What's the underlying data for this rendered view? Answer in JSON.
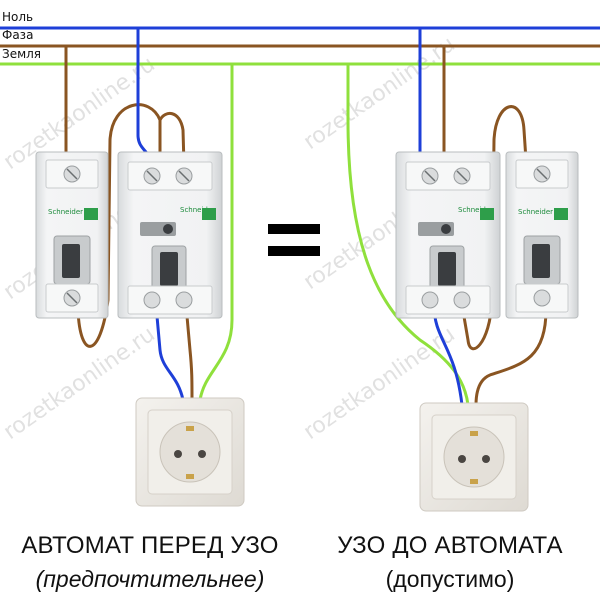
{
  "bus_labels": {
    "neutral": "Ноль",
    "phase": "Фаза",
    "ground": "Земля"
  },
  "colors": {
    "neutral": "#1e3fd8",
    "phase": "#8a5522",
    "ground": "#8fe03c",
    "device_body": "#e9ebec",
    "device_edge": "#b9bdbf"
  },
  "devices": {
    "breaker_brand": "Schneider",
    "rcd_brand": "Schneider"
  },
  "captions": {
    "left_main": "АВТОМАТ ПЕРЕД УЗО",
    "left_sub": "(предпочтительнее)",
    "right_main": "УЗО ДО АВТОМАТА",
    "right_sub": "(допустимо)"
  },
  "watermark": "rozetkaonline.ru"
}
